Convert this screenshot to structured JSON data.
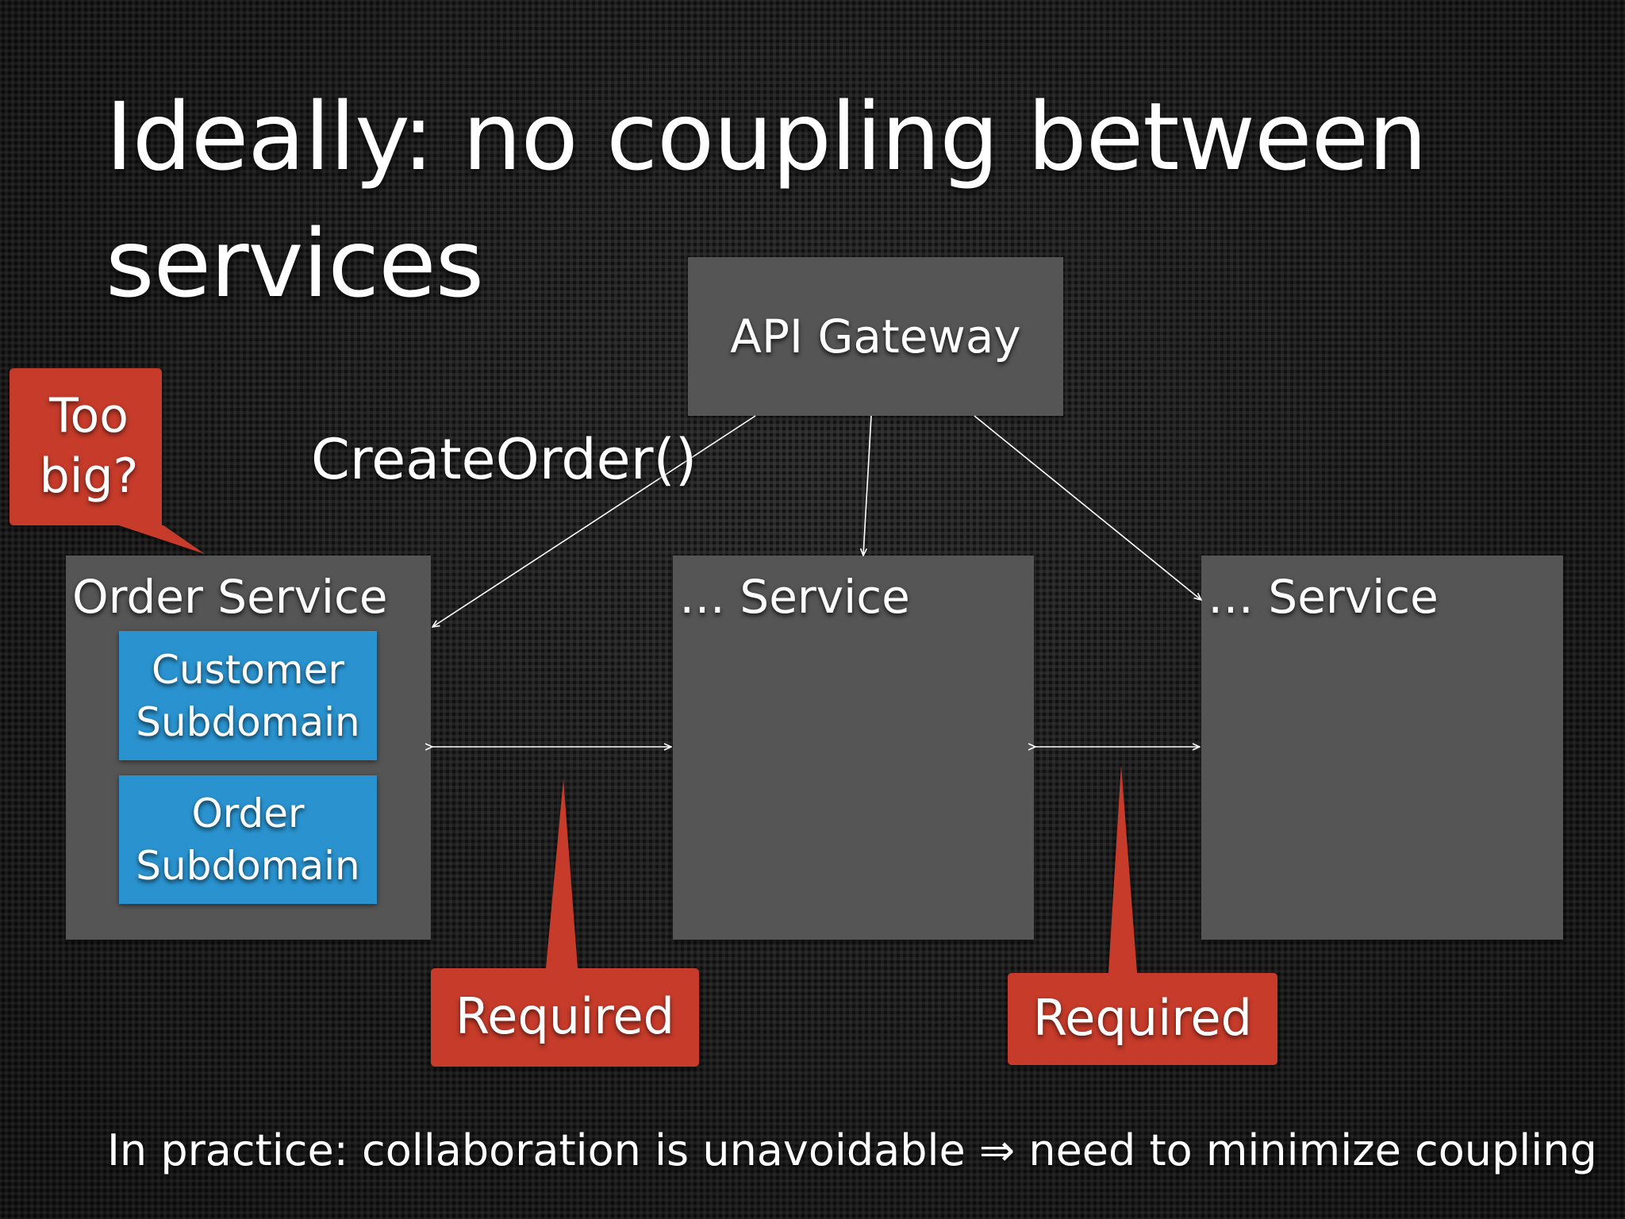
{
  "slide": {
    "title": "Ideally: no coupling between services",
    "footer": "In practice: collaboration is unavoidable ⇒ need to minimize coupling"
  },
  "diagram": {
    "gateway_label": "API Gateway",
    "call_label": "CreateOrder()",
    "services": {
      "order": "Order Service",
      "middle": "… Service",
      "right": "… Service"
    },
    "subdomains": {
      "customer": "Customer\nSubdomain",
      "order": "Order\nSubdomain"
    },
    "callouts": {
      "too_big": "Too\nbig?",
      "required_1": "Required",
      "required_2": "Required"
    }
  },
  "colors": {
    "box_gray": "#555555",
    "subdomain_blue": "#2a93cf",
    "callout_red": "#c63b2b"
  }
}
